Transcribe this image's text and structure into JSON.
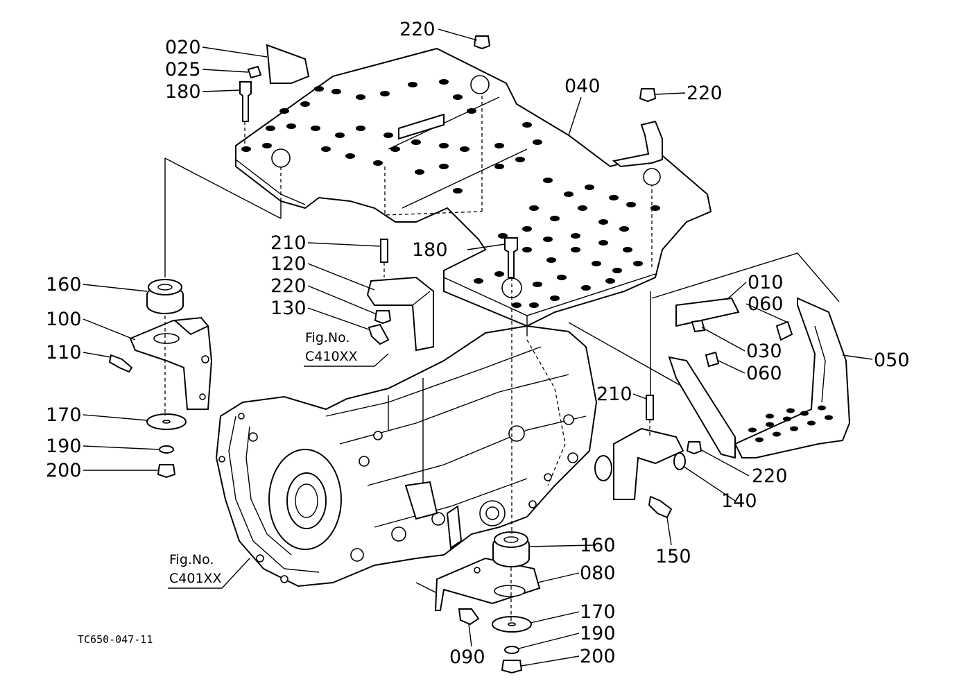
{
  "callouts": [
    {
      "id": "c1",
      "label": "020"
    },
    {
      "id": "c2",
      "label": "025"
    },
    {
      "id": "c3",
      "label": "180"
    },
    {
      "id": "c4",
      "label": "220"
    },
    {
      "id": "c5",
      "label": "040"
    },
    {
      "id": "c6",
      "label": "220"
    },
    {
      "id": "c7",
      "label": "210"
    },
    {
      "id": "c8",
      "label": "120"
    },
    {
      "id": "c9",
      "label": "180"
    },
    {
      "id": "c10",
      "label": "220"
    },
    {
      "id": "c11",
      "label": "130"
    },
    {
      "id": "c12",
      "label": "160"
    },
    {
      "id": "c13",
      "label": "100"
    },
    {
      "id": "c14",
      "label": "110"
    },
    {
      "id": "c15",
      "label": "170"
    },
    {
      "id": "c16",
      "label": "190"
    },
    {
      "id": "c17",
      "label": "200"
    },
    {
      "id": "c18",
      "label": "010"
    },
    {
      "id": "c19",
      "label": "060"
    },
    {
      "id": "c20",
      "label": "030"
    },
    {
      "id": "c21",
      "label": "060"
    },
    {
      "id": "c22",
      "label": "050"
    },
    {
      "id": "c23",
      "label": "210"
    },
    {
      "id": "c24",
      "label": "220"
    },
    {
      "id": "c25",
      "label": "140"
    },
    {
      "id": "c26",
      "label": "150"
    },
    {
      "id": "c27",
      "label": "160"
    },
    {
      "id": "c28",
      "label": "080"
    },
    {
      "id": "c29",
      "label": "170"
    },
    {
      "id": "c30",
      "label": "190"
    },
    {
      "id": "c31",
      "label": "200"
    },
    {
      "id": "c32",
      "label": "090"
    }
  ],
  "figure_refs": [
    {
      "line1": "Fig.No.",
      "line2": "C410XX"
    },
    {
      "line1": "Fig.No.",
      "line2": "C401XX"
    }
  ],
  "drawing_code": "TC650-047-11"
}
